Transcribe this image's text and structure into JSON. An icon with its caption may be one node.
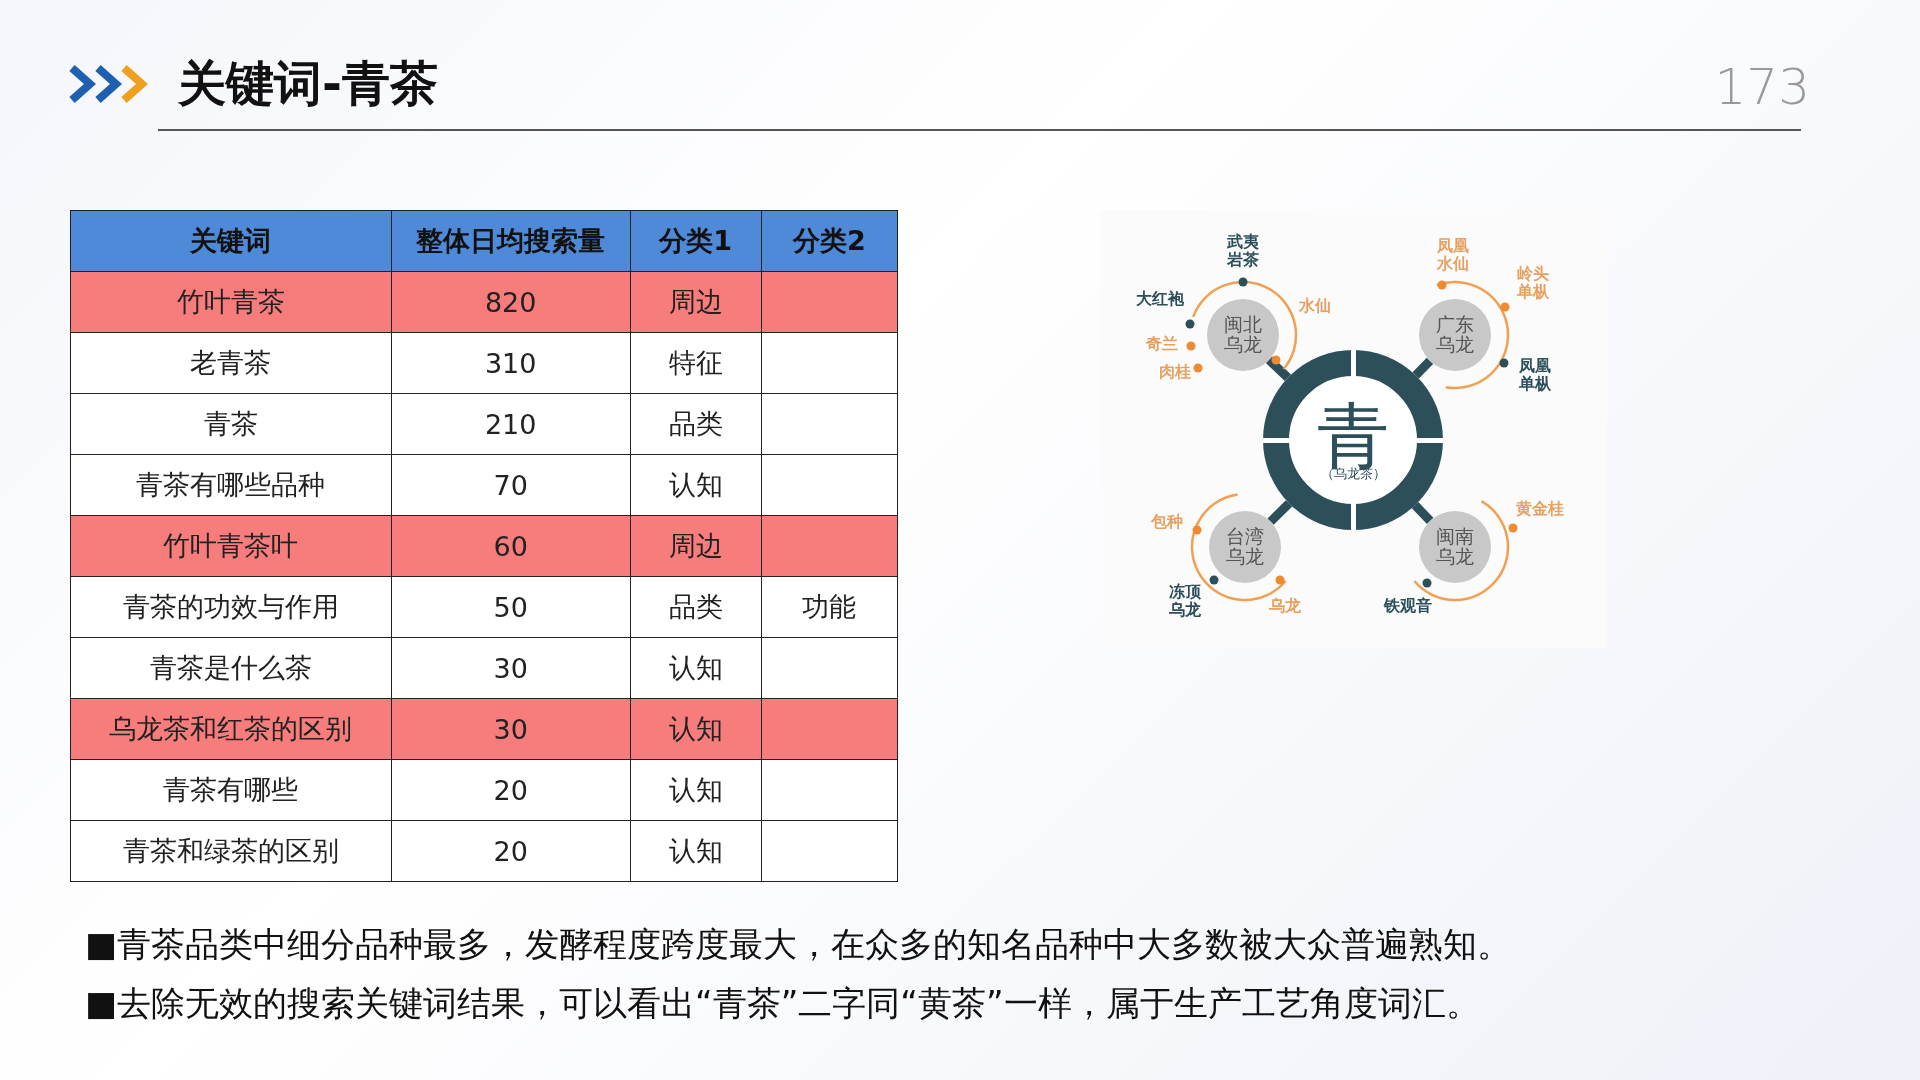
{
  "diagram": {
    "title": "关键词-青茶",
    "nodes": [
      {
        "text": [
          "青",
          "（乌龙茶）"
        ]
      },
      {
        "text": [
          "闽北乌龙"
        ],
        "beside": [
          "武夷岩茶",
          "大红袍",
          "水仙",
          "奇兰",
          "肉桂"
        ]
      },
      {
        "text": [
          "广东乌龙"
        ],
        "beside": [
          "凤凰水仙",
          "岭头单枞",
          "凤凰单枞"
        ]
      },
      {
        "text": [
          "台湾乌龙"
        ],
        "beside": [
          "包种",
          "冻顶乌龙",
          "乌龙"
        ]
      },
      {
        "text": [
          "闽南乌龙"
        ],
        "beside": [
          "黄金桂",
          "铁观音"
        ]
      }
    ],
    "edges": [
      {
        "from": 0,
        "to": 1,
        "arrow": "none"
      },
      {
        "from": 0,
        "to": 2,
        "arrow": "none"
      },
      {
        "from": 0,
        "to": 3,
        "arrow": "none"
      },
      {
        "from": 0,
        "to": 4,
        "arrow": "none"
      }
    ],
    "labels": [
      "173",
      "关键词",
      "整体日均搜索量",
      "分类1",
      "分类2",
      "竹叶青茶",
      "820",
      "周边",
      "老青茶",
      "310",
      "特征",
      "青茶",
      "210",
      "品类",
      "青茶有哪些品种",
      "70",
      "认知",
      "竹叶青茶叶",
      "60",
      "周边",
      "青茶的功效与作用",
      "50",
      "品类",
      "功能",
      "青茶是什么茶",
      "30",
      "认知",
      "乌龙茶和红茶的区别",
      "30",
      "认知",
      "青茶有哪些",
      "20",
      "认知",
      "青茶和绿茶的区别",
      "20",
      "认知",
      "■青茶品类中细分品种最多，发酵程度跨度最大，在众多的知名品种中大多数被大众普遍熟知。",
      "■去除无效的搜索关键词结果，可以看出“青茶”二字同“黄茶”一样，属于生产工艺角度词汇。"
    ]
  }
}
